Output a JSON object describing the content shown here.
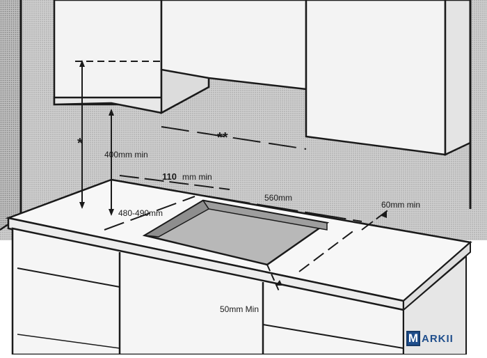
{
  "diagram": {
    "labels": {
      "cooktop_front": "50mm Min",
      "cutout_depth": "480-490mm",
      "cutout_width": "560mm",
      "rear_value": "110",
      "rear_unit": "mm min",
      "side_clearance": "60mm min",
      "hood_height": "400mm min",
      "star_single": "*",
      "star_double": "**"
    },
    "colors": {
      "wall": "#c9c9c9",
      "cabinet": "#f3f3f3",
      "counter": "#f7f7f7",
      "cutout": "#b8b8b8",
      "line": "#1a1a1a"
    }
  },
  "watermark": {
    "initial": "M",
    "rest": "ARKII"
  }
}
